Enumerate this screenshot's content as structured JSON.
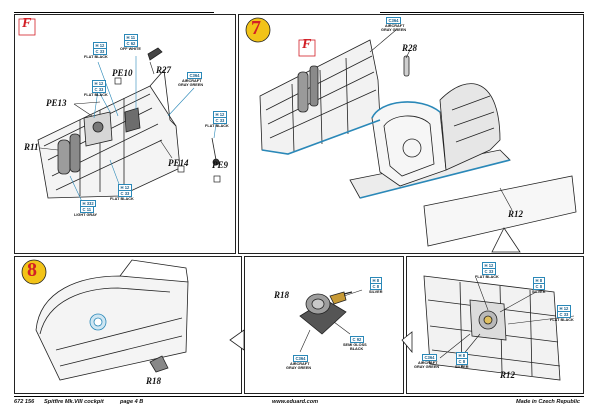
{
  "page": {
    "catalog": "672 156",
    "product": "Spitfire Mk.VIII cockpit",
    "page_no": "page 4 B",
    "website": "www.eduard.com",
    "made_in": "Made in Czech Republic"
  },
  "steps": {
    "s7": "7",
    "s8": "8"
  },
  "fret_marks": {
    "left": "F",
    "right": "F"
  },
  "parts": {
    "pe10": "PE10",
    "r27": "R27",
    "pe13": "PE13",
    "r11": "R11",
    "pe14": "PE14",
    "pe9": "PE9",
    "r28": "R28",
    "r12a": "R12",
    "r18a": "R18",
    "r18b": "R18",
    "r12b": "R12"
  },
  "callouts": {
    "c1": {
      "codes": [
        "H 12",
        "C 33"
      ],
      "paint": [
        "FLAT BLACK"
      ]
    },
    "c2": {
      "codes": [
        "H 11",
        "C 62"
      ],
      "paint": [
        "OFF WHITE"
      ]
    },
    "c3": {
      "codes": [
        "C364"
      ],
      "paint": [
        "AIRCRAFT",
        "GRAY GREEN"
      ]
    },
    "c4": {
      "codes": [
        "H 12",
        "C 33"
      ],
      "paint": [
        "FLAT BLACK"
      ]
    },
    "c5": {
      "codes": [
        "H 12",
        "C 33"
      ],
      "paint": [
        "FLAT BLACK"
      ]
    },
    "c6": {
      "codes": [
        "H 12",
        "C 33"
      ],
      "paint": [
        "FLAT BLACK"
      ]
    },
    "c7": {
      "codes": [
        "H 332",
        "C 11"
      ],
      "paint": [
        "LIGHT GRAY"
      ]
    },
    "c8": {
      "codes": [
        "C364"
      ],
      "paint": [
        "AIRCRAFT",
        "GRAY GREEN"
      ]
    },
    "c9": {
      "codes": [
        "H 8",
        "C 8"
      ],
      "paint": [
        "SILVER"
      ]
    },
    "c10": {
      "codes": [
        "C 92"
      ],
      "paint": [
        "SEMI GLOSS",
        "BLACK"
      ]
    },
    "c11": {
      "codes": [
        "C364"
      ],
      "paint": [
        "AIRCRAFT",
        "GRAY GREEN"
      ]
    },
    "c12": {
      "codes": [
        "H 12",
        "C 33"
      ],
      "paint": [
        "FLAT BLACK"
      ]
    },
    "c13": {
      "codes": [
        "H 8",
        "C 8"
      ],
      "paint": [
        "SILVER"
      ]
    },
    "c14": {
      "codes": [
        "H 12",
        "C 33"
      ],
      "paint": [
        "FLAT BLACK"
      ]
    },
    "c15": {
      "codes": [
        "C364"
      ],
      "paint": [
        "AIRCRAFT",
        "GRAY GREEN"
      ]
    },
    "c16": {
      "codes": [
        "H 8",
        "C 8"
      ],
      "paint": [
        "SILVER"
      ]
    }
  },
  "colors": {
    "step_red": "#d21f26",
    "step_yellow": "#f2c318",
    "paint_blue": "#2a88b8",
    "line": "#222222"
  }
}
